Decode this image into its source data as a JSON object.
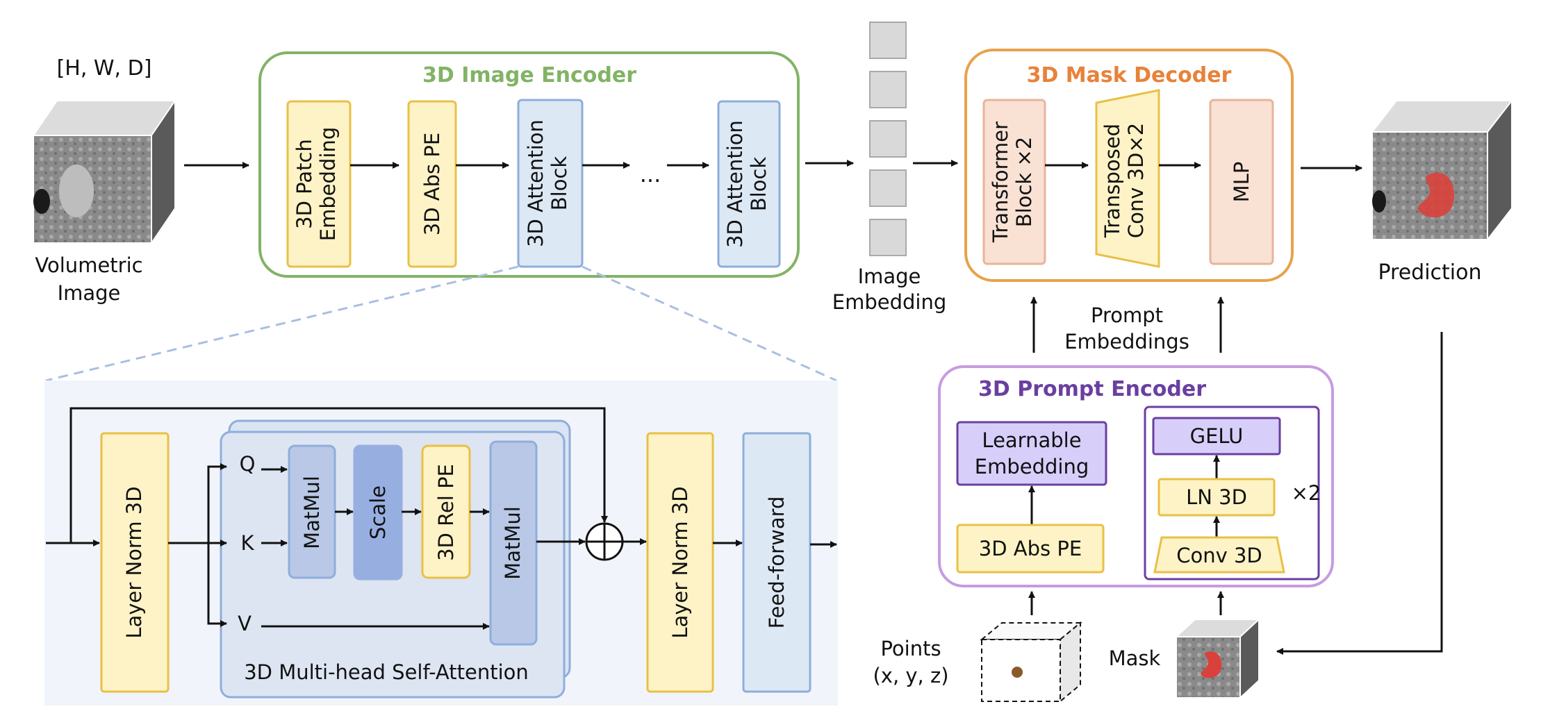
{
  "input": {
    "dims": "[H, W, D]",
    "label_line1": "Volumetric",
    "label_line2": "Image"
  },
  "image_encoder": {
    "title": "3D Image Encoder",
    "patch_line1": "3D Patch",
    "patch_line2": "Embedding",
    "abs_pe": "3D Abs PE",
    "attn_line1": "3D Attention",
    "attn_line2": "Block",
    "ellipsis": "...",
    "attn2_line1": "3D Attention",
    "attn2_line2": "Block"
  },
  "embedding": {
    "label_line1": "Image",
    "label_line2": "Embedding"
  },
  "mask_decoder": {
    "title": "3D Mask Decoder",
    "transformer_line1": "Transformer",
    "transformer_line2": "Block ×2",
    "transposed_line1": "Transposed",
    "transposed_line2": "Conv 3D×2",
    "mlp": "MLP"
  },
  "output": {
    "label": "Prediction"
  },
  "prompt": {
    "embeddings_line1": "Prompt",
    "embeddings_line2": "Embeddings",
    "title": "3D Prompt Encoder",
    "learnable_line1": "Learnable",
    "learnable_line2": "Embedding",
    "abs_pe": "3D Abs PE",
    "gelu": "GELU",
    "ln3d": "LN 3D",
    "conv3d": "Conv 3D",
    "repeat": "×2",
    "points_line1": "Points",
    "points_line2": "(x, y, z)",
    "mask": "Mask"
  },
  "attention_block": {
    "layer_norm": "Layer Norm 3D",
    "q": "Q",
    "k": "K",
    "v": "V",
    "matmul1": "MatMul",
    "scale": "Scale",
    "rel_pe": "3D Rel PE",
    "matmul2": "MatMul",
    "mhsa_label": "3D Multi-head Self-Attention",
    "layer_norm2": "Layer Norm 3D",
    "feed_forward": "Feed-forward"
  },
  "colors": {
    "green": "#82b366",
    "orange": "#e8a24a",
    "purple": "#b98ad6",
    "dark_purple": "#6a3fa0",
    "yellow_fill": "#fdf3c6",
    "yellow_stroke": "#e9c046",
    "blue_fill": "#dde8f5",
    "blue_stroke": "#8eaedb",
    "peach_fill": "#f9e1d4",
    "lavender_fill": "#d7cffa",
    "mask_red": "#d9413c"
  }
}
